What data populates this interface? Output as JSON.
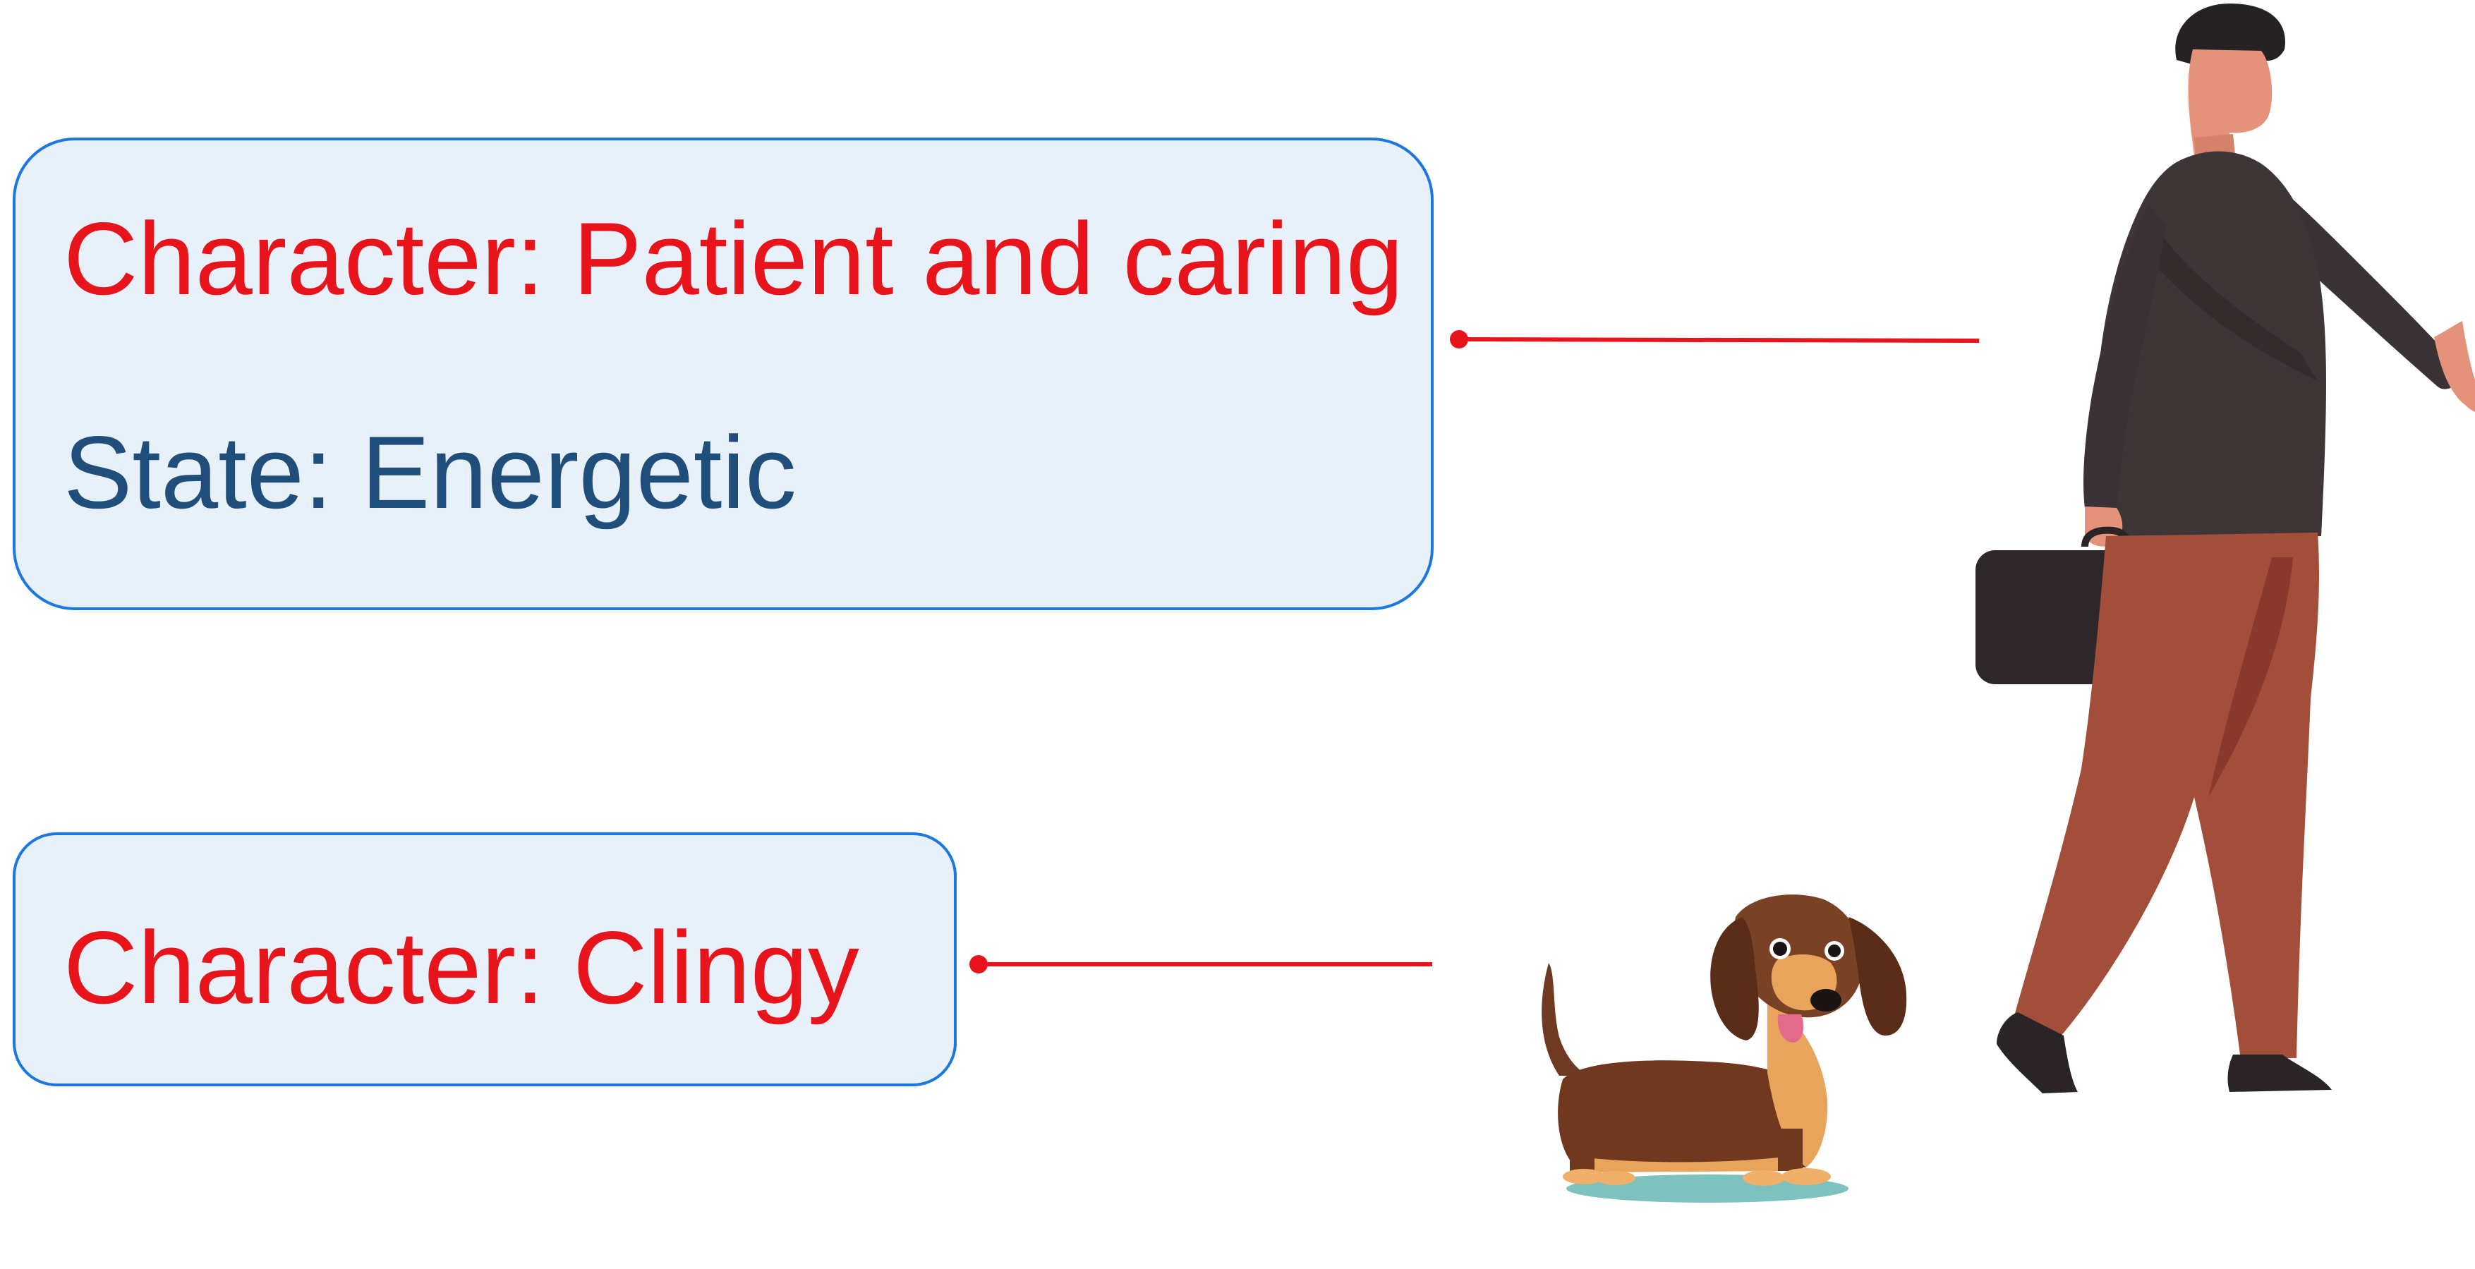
{
  "person_box": {
    "character": "Character: Patient and caring",
    "state": "State: Energetic"
  },
  "dog_box": {
    "character": "Character: Clingy"
  },
  "colors": {
    "character_text": "#e8141b",
    "state_text": "#1f4e7a",
    "box_fill": "#e8f1f9",
    "box_border": "#1a78e0",
    "connector": "#e8141b"
  },
  "figures": {
    "person": "walking-man-with-briefcase-illustration",
    "dog": "dachshund-puppy-illustration"
  }
}
